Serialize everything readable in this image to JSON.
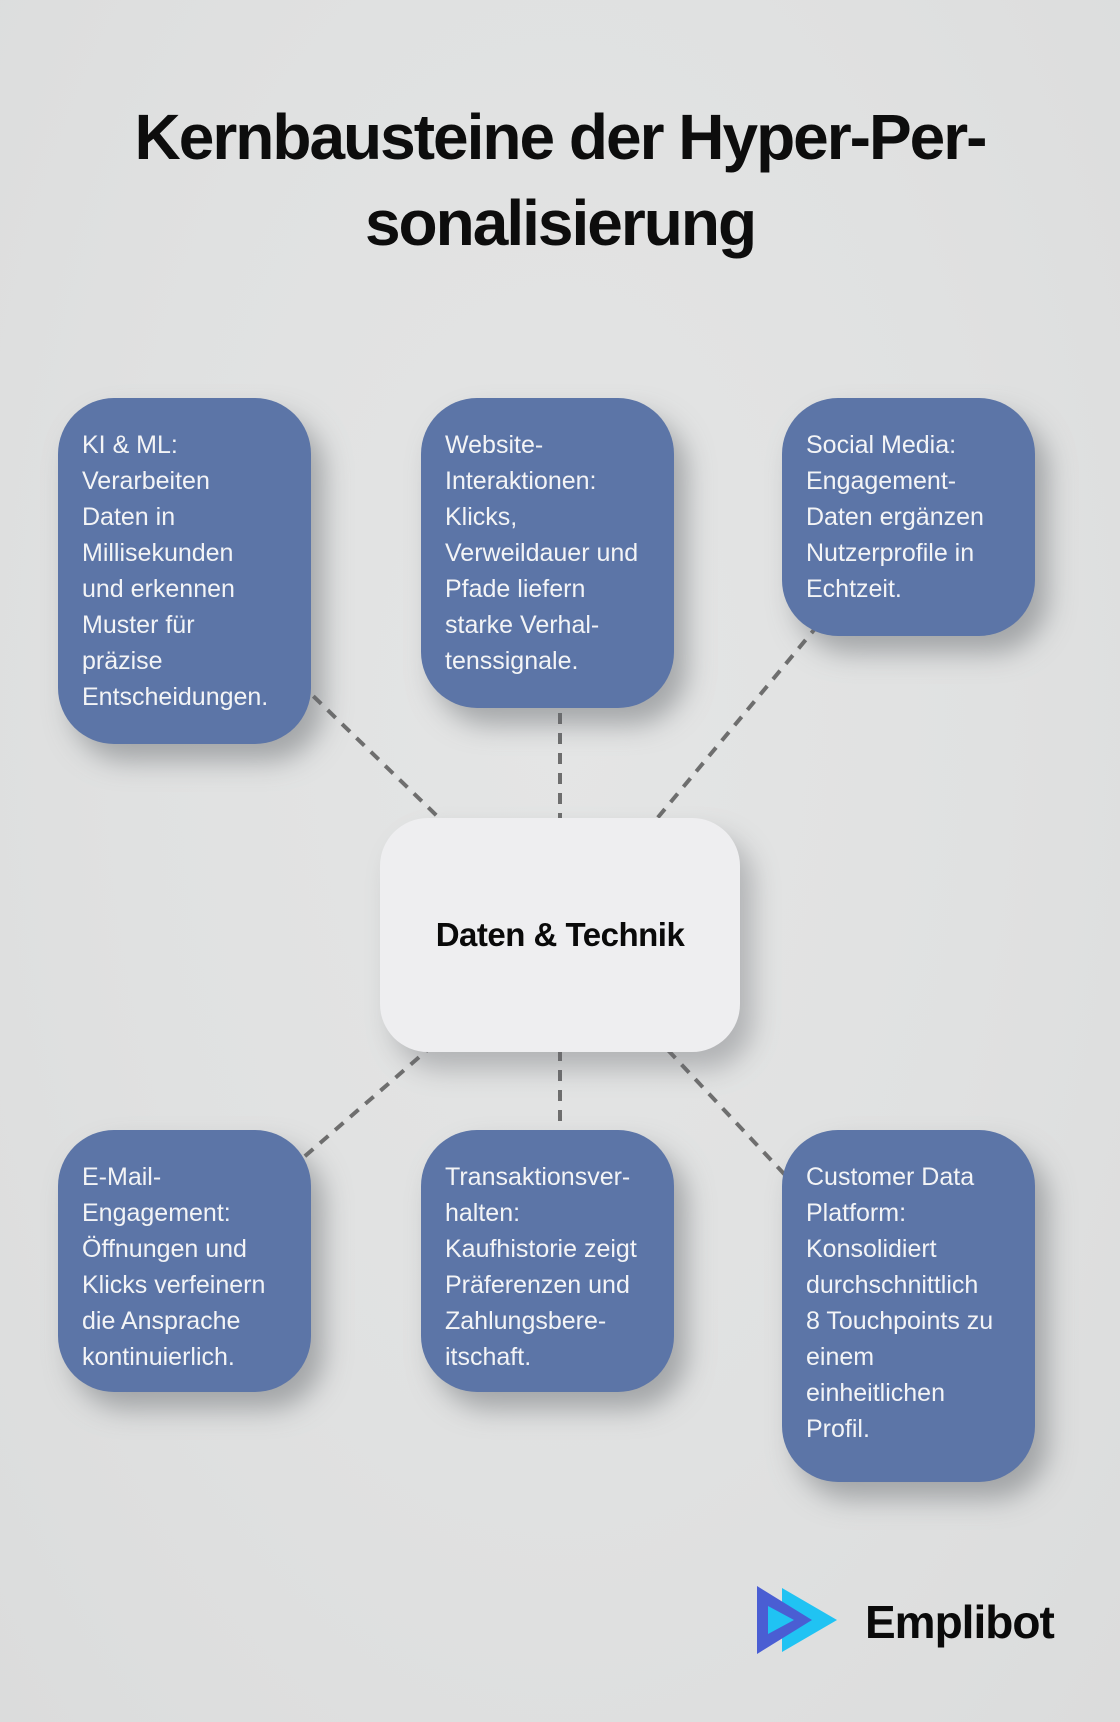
{
  "title": {
    "line1": "Kernbausteine der Hyper-Per-",
    "line2": "sonalisierung"
  },
  "center_node": {
    "label": "Daten & Technik"
  },
  "nodes": [
    {
      "id": "ki-ml",
      "position": "top-left",
      "lines": [
        "KI & ML:",
        "Verarbeiten",
        "Daten in",
        "Millisekunden",
        "und erkennen",
        "Muster für",
        "präzise",
        "Entscheidungen."
      ]
    },
    {
      "id": "website-interaktionen",
      "position": "top-middle",
      "lines": [
        "Website-",
        "Interaktionen:",
        "Klicks,",
        "Verweildauer und",
        "Pfade liefern",
        "starke Verhal-",
        "tenssignale."
      ]
    },
    {
      "id": "social-media",
      "position": "top-right",
      "lines": [
        "Social Media:",
        "Engagement-",
        "Daten ergänzen",
        "Nutzerprofile in",
        "Echtzeit."
      ]
    },
    {
      "id": "email-engagement",
      "position": "bottom-left",
      "lines": [
        "E-Mail-",
        "Engagement:",
        "Öffnungen und",
        "Klicks verfeinern",
        "die Ansprache",
        "kontinuierlich."
      ]
    },
    {
      "id": "transaktionsverhalten",
      "position": "bottom-middle",
      "lines": [
        "Transaktionsver-",
        "halten:",
        "Kaufhistorie zeigt",
        "Präferenzen und",
        "Zahlungsbere-",
        "itschaft."
      ]
    },
    {
      "id": "customer-data-platform",
      "position": "bottom-right",
      "lines": [
        "Customer Data",
        "Platform:",
        "Konsolidiert",
        "durchschnittlich",
        "8 Touchpoints zu",
        "einem",
        "einheitlichen",
        "Profil."
      ]
    }
  ],
  "logo": {
    "brand": "Emplibot",
    "icon": "fast-forward-triangles-icon"
  },
  "colors": {
    "background": "#e0e1e1",
    "node_fill": "#5c75a7",
    "node_text": "#f3f4f6",
    "center_fill": "#eeeef0",
    "center_text": "#0a0a0a",
    "title_text": "#0d0d0d",
    "connector_dash": "#6e6e6e",
    "logo_indigo": "#4a5ed3",
    "logo_cyan": "#20c3f3",
    "brand_text": "#0a0a0a"
  }
}
